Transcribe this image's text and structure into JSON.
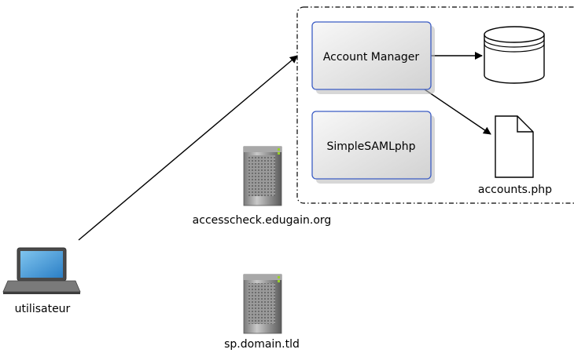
{
  "nodes": {
    "account_manager": "Account Manager",
    "simplesamlphp": "SimpleSAMLphp",
    "accounts_file": "accounts.php",
    "server_accesscheck": "accesscheck.edugain.org",
    "server_sp": "sp.domain.tld",
    "user": "utilisateur"
  },
  "icons": {
    "database": "database-icon",
    "file": "document-icon",
    "server": "server-icon",
    "laptop": "laptop-icon"
  },
  "colors": {
    "box_border": "#3b5cc4",
    "box_fill_light": "#f7f7f7",
    "box_fill_dark": "#d3d3d3",
    "arrow": "#000000"
  }
}
